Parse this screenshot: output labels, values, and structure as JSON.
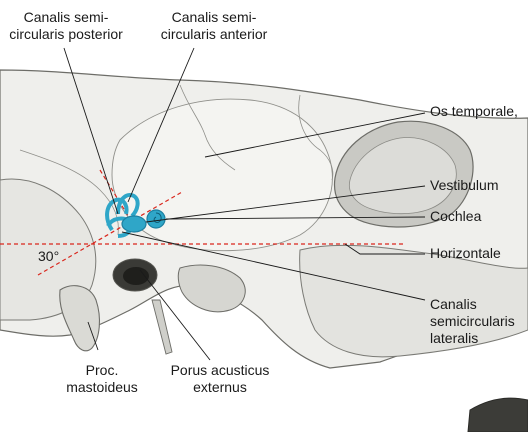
{
  "labels": {
    "canalis_posterior": [
      "Canalis semi-",
      "circularis posterior"
    ],
    "canalis_anterior": [
      "Canalis semi-",
      "circularis anterior"
    ],
    "os_temporale": "Os temporale,",
    "vestibulum": "Vestibulum",
    "cochlea": "Cochlea",
    "horizontale": "Horizontale",
    "canalis_lateralis": [
      "Canalis",
      "semicircularis",
      "lateralis"
    ],
    "porus": [
      "Porus acusticus",
      "externus"
    ],
    "proc_mastoideus": [
      "Proc.",
      "mastoideus"
    ],
    "angle": "30°"
  },
  "colors": {
    "bone_fill": "#efefec",
    "bone_shade": "#c9c9c4",
    "bone_line": "#6d6d68",
    "reference_line": "#d9261c",
    "labyrinth": "#2fa6c8",
    "leader": "#1a1a1a"
  },
  "icons": {
    "labyrinth": "inner-ear-labyrinth-icon"
  }
}
